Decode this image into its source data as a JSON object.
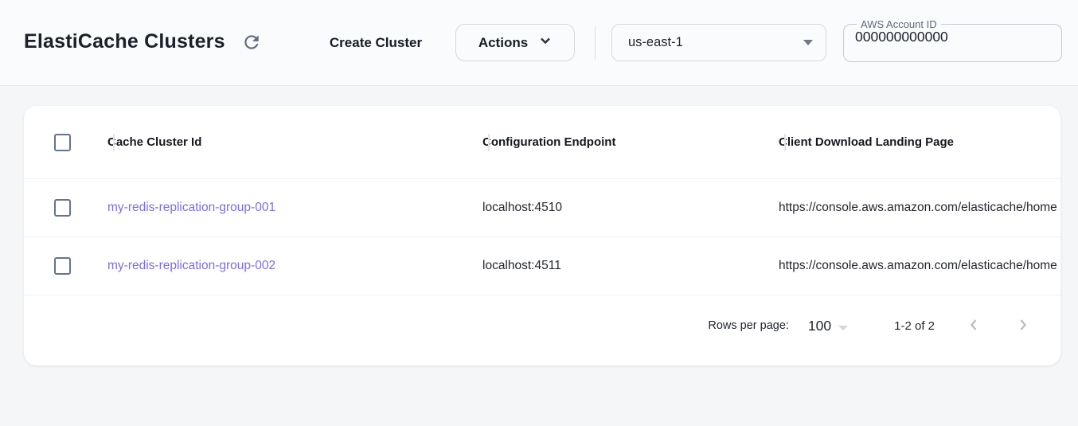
{
  "header": {
    "title": "ElastiCache Clusters",
    "create_button": "Create Cluster",
    "actions_button": "Actions",
    "region_select": {
      "value": "us-east-1"
    },
    "account_field": {
      "label": "AWS Account ID",
      "value": "000000000000"
    }
  },
  "table": {
    "columns": [
      "Cache Cluster Id",
      "Configuration Endpoint",
      "Client Download Landing Page"
    ],
    "rows": [
      {
        "id": "my-redis-replication-group-001",
        "endpoint": "localhost:4510",
        "landing_page": "https://console.aws.amazon.com/elasticache/home"
      },
      {
        "id": "my-redis-replication-group-002",
        "endpoint": "localhost:4511",
        "landing_page": "https://console.aws.amazon.com/elasticache/home"
      }
    ],
    "pagination": {
      "rows_per_page_label": "Rows per page:",
      "rows_per_page_value": "100",
      "range_label": "1-2 of 2"
    }
  },
  "colors": {
    "link": "#7d6ee0",
    "icon_gray": "#5f6b7a",
    "disabled_gray": "#b8bcc2",
    "page_background": "#f5f6f8"
  }
}
